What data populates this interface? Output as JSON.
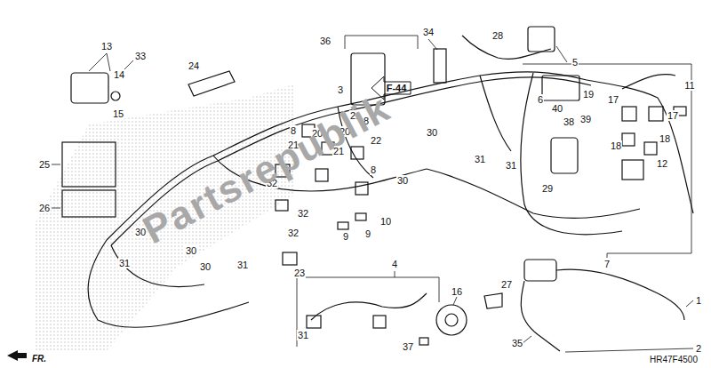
{
  "diagram": {
    "labels": [
      "13",
      "14",
      "15",
      "33",
      "24",
      "25",
      "26",
      "36",
      "3",
      "F-44",
      "34",
      "28",
      "5",
      "19",
      "11",
      "6",
      "40",
      "38",
      "39",
      "17",
      "17",
      "18",
      "18",
      "12",
      "29",
      "21",
      "8",
      "8",
      "21",
      "20",
      "20",
      "21",
      "22",
      "8",
      "30",
      "31",
      "31",
      "30",
      "32",
      "32",
      "32",
      "10",
      "9",
      "9",
      "30",
      "30",
      "30",
      "31",
      "31",
      "23",
      "7",
      "4",
      "31",
      "37",
      "16",
      "27",
      "1",
      "2",
      "35",
      "FR.",
      "HR47F4500",
      "Partsrepublik"
    ]
  }
}
